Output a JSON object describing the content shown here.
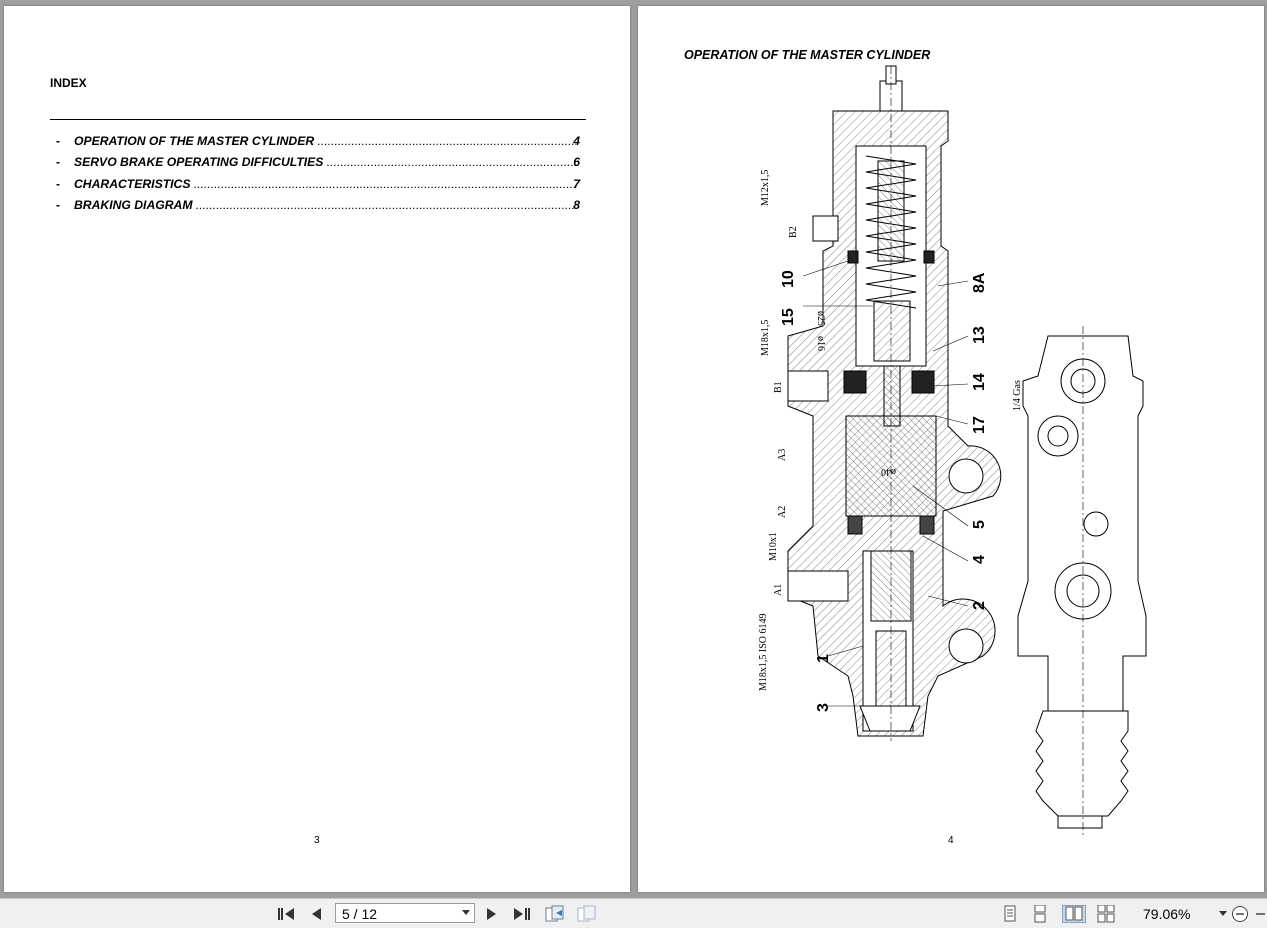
{
  "left_page": {
    "index_title": "INDEX",
    "toc": [
      {
        "dash": "-",
        "label": "OPERATION OF THE MASTER CYLINDER",
        "page": "4"
      },
      {
        "dash": "-",
        "label": "SERVO BRAKE OPERATING DIFFICULTIES",
        "page": "6"
      },
      {
        "dash": "-",
        "label": "CHARACTERISTICS",
        "page": "7"
      },
      {
        "dash": "-",
        "label": "BRAKING DIAGRAM",
        "page": "8"
      }
    ],
    "page_number": "3"
  },
  "right_page": {
    "title": "OPERATION OF THE MASTER CYLINDER",
    "page_number": "4",
    "drawing_labels": {
      "m12": "M12x1,5",
      "b2": "B2",
      "n10": "10",
      "n15": "15",
      "d25": "ø25",
      "d16": "ø16",
      "m18": "M18x1,5",
      "b1": "B1",
      "a3": "A3",
      "a2": "A2",
      "m10": "M10x1",
      "a1": "A1",
      "m18iso": "M18x1,5 ISO 6149",
      "n1": "1",
      "n3": "3",
      "d40": "ø40",
      "n8a": "8A",
      "n13": "13",
      "n14": "14",
      "n17": "17",
      "n5": "5",
      "n4": "4",
      "n2": "2",
      "gas": "1/4 Gas"
    }
  },
  "toolbar": {
    "page_field": "5 / 12",
    "zoom": "79.06%",
    "icons": [
      "first-page-icon",
      "prev-page-icon",
      "next-page-icon",
      "last-page-icon",
      "page-back-icon",
      "page-forward-icon",
      "single-page-icon",
      "continuous-page-icon",
      "two-page-icon",
      "two-page-continuous-icon",
      "zoom-out-icon"
    ]
  }
}
